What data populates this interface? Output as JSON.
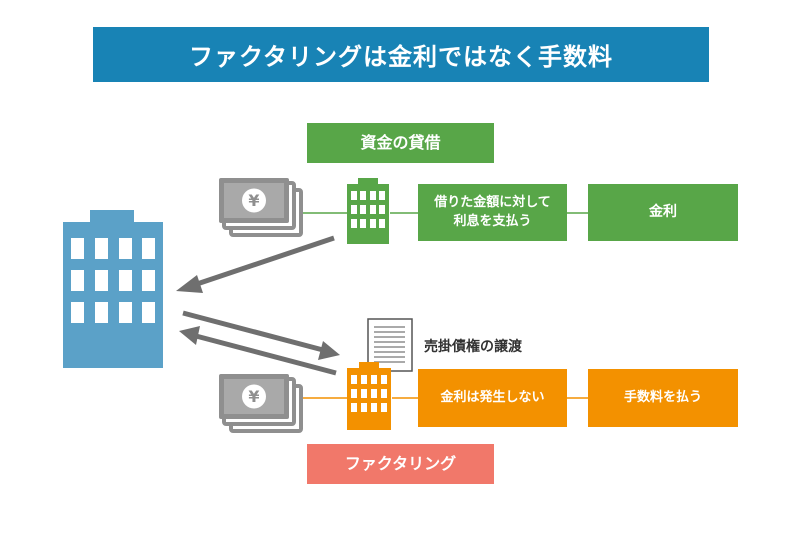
{
  "title": "ファクタリングは金利ではなく手数料",
  "loan": {
    "label": "資金の貸借",
    "desc_line1": "借りた金額に対して",
    "desc_line2": "利息を支払う",
    "result": "金利"
  },
  "factoring": {
    "label": "ファクタリング",
    "desc": "金利は発生しない",
    "result": "手数料を払う",
    "transfer": "売掛債権の譲渡"
  },
  "icons": {
    "yen_symbol": "¥",
    "company": "company-building-icon",
    "lender": "lender-building-icon",
    "factor": "factoring-building-icon",
    "cash": "yen-banknotes-icon",
    "invoice": "invoice-document-icon"
  },
  "colors": {
    "title_bg": "#1883b5",
    "green": "#58a648",
    "orange": "#f39100",
    "salmon": "#f1786a",
    "company_blue": "#5ba1c8",
    "arrow_gray": "#6f6f6f",
    "bill_gray": "#8f8f8f"
  }
}
